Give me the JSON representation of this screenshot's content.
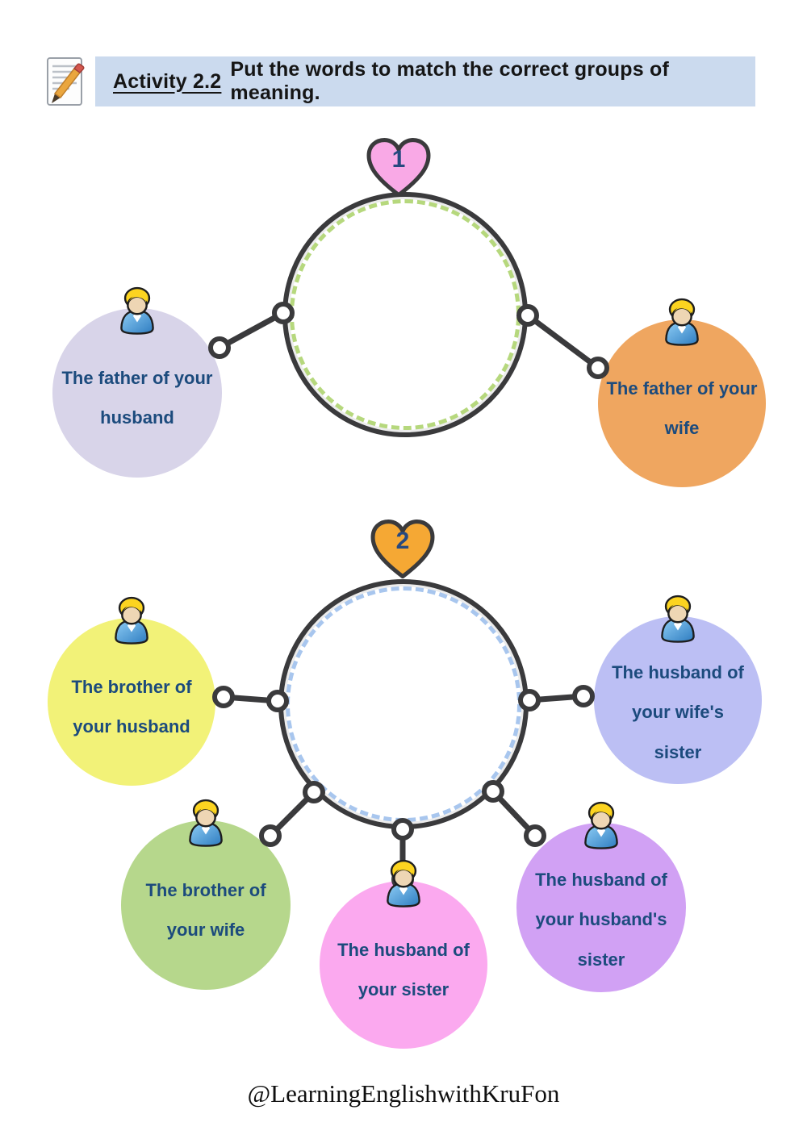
{
  "header": {
    "icon": "note-pencil-icon",
    "activity_label": "Activity 2.2",
    "instruction": "Put the words to match the correct groups of meaning.",
    "bar_color": "#cbdaee"
  },
  "styles": {
    "outline_color": "#3a3a3c",
    "bubble_text_color": "#1c4b7d",
    "heart_number_color": "#27497f"
  },
  "groups": [
    {
      "number": "1",
      "heart_color": "#f9a9e6",
      "dash_color": "#b6d87d",
      "bubbles": [
        {
          "id": "father-of-husband",
          "color": "#d8d4e9",
          "text": "The father of your husband",
          "lines": [
            "The father of your",
            "husband"
          ]
        },
        {
          "id": "father-of-wife",
          "color": "#efa660",
          "text": "The father of your wife",
          "lines": [
            "The father of your",
            "wife"
          ]
        }
      ]
    },
    {
      "number": "2",
      "heart_color": "#f5a834",
      "dash_color": "#a8c6ee",
      "bubbles": [
        {
          "id": "brother-of-husband",
          "color": "#f2f278",
          "text": "The brother of your husband",
          "lines": [
            "The brother of",
            "your husband"
          ]
        },
        {
          "id": "husband-of-wifes-sister",
          "color": "#bcbff4",
          "text": "The husband of your wife's sister",
          "lines": [
            "The husband of",
            "your wife's",
            "sister"
          ]
        },
        {
          "id": "brother-of-wife",
          "color": "#b6d78c",
          "text": "The brother of your wife",
          "lines": [
            "The brother of",
            "your wife"
          ]
        },
        {
          "id": "husband-of-sister",
          "color": "#fba9ef",
          "text": "The husband of your sister",
          "lines": [
            "The husband of",
            "your sister"
          ]
        },
        {
          "id": "husband-of-husbands-sister",
          "color": "#d1a1f4",
          "text": "The husband of your husband's sister",
          "lines": [
            "The husband of",
            "your husband's",
            "sister"
          ]
        }
      ]
    }
  ],
  "footer": {
    "credit": "@LearningEnglishwithKruFon"
  }
}
